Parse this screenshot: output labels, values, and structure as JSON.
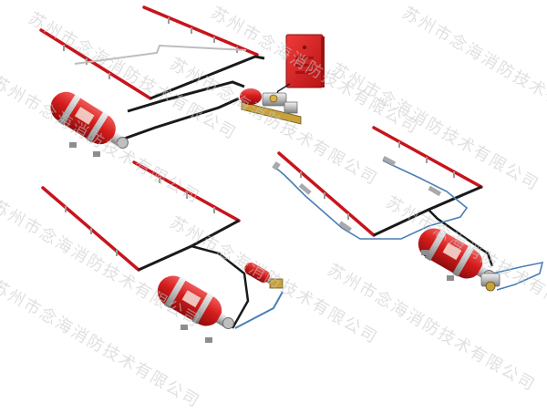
{
  "watermark": {
    "text": "苏州市念海消防技术有限公司"
  },
  "colors": {
    "pipe_red": "#c8141c",
    "cylinder_red": "#d81e1e",
    "pipe_black": "#1a1a1a",
    "tube_blue": "#4a7fb5",
    "panel_red": "#e0282c",
    "bracket_silver": "#b9b9b9"
  },
  "scene": {
    "systems": [
      {
        "name": "system-with-control-panel"
      },
      {
        "name": "system-with-small-extinguisher"
      },
      {
        "name": "system-with-blue-detection-tube"
      }
    ]
  }
}
